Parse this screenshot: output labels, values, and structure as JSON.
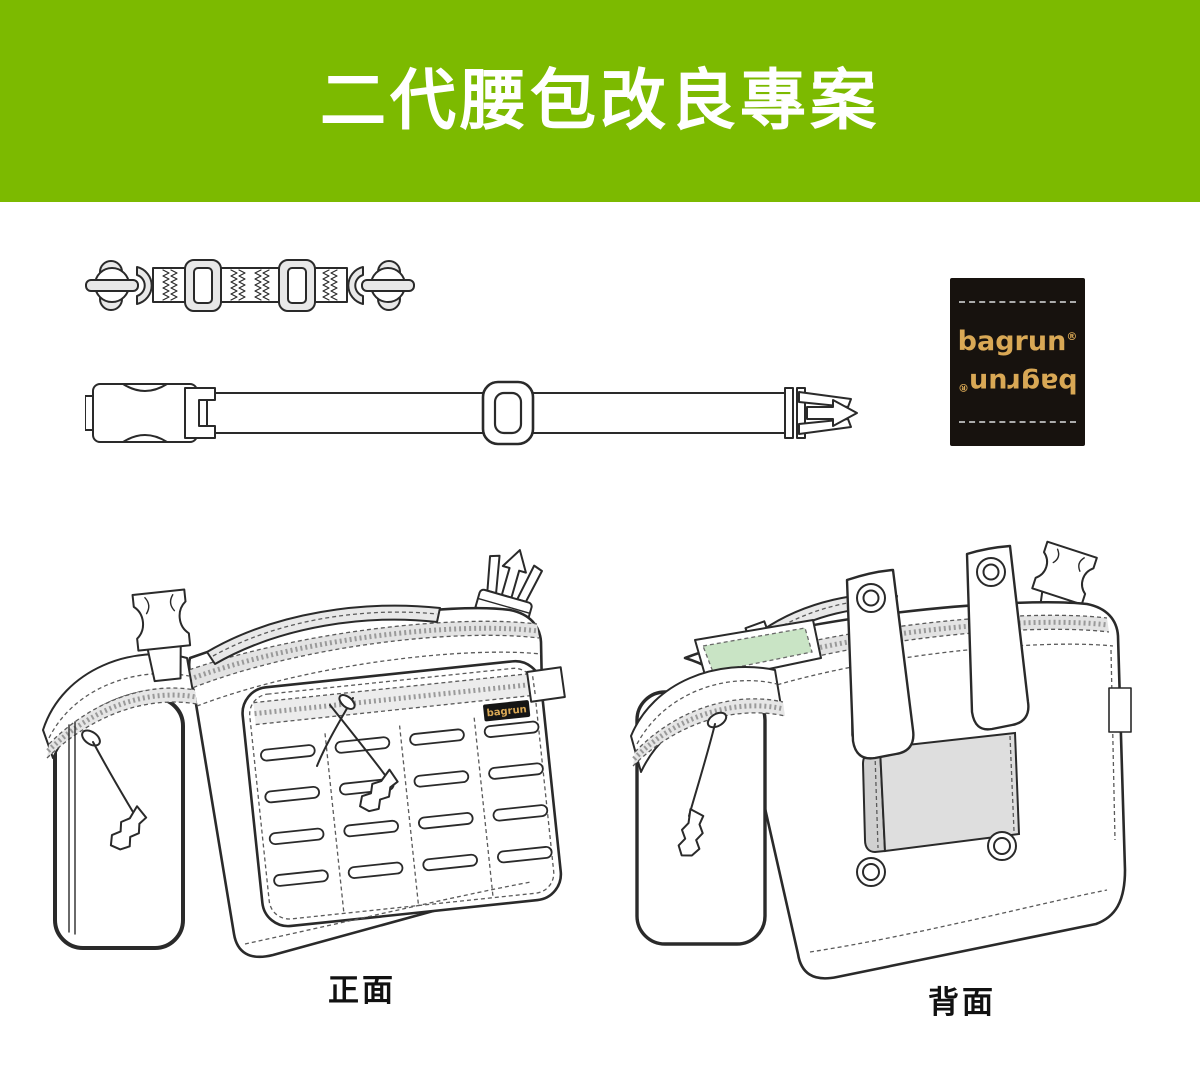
{
  "header": {
    "title": "二代腰包改良專案",
    "background_color": "#7CBA00",
    "text_color": "#FFFFFF"
  },
  "woven_label": {
    "brand": "bagrun",
    "registered_mark": "®",
    "background_color": "#17120E",
    "text_color": "#D9A855"
  },
  "bag_front": {
    "caption": "正面",
    "mini_label_text": "bagrun",
    "mini_label_bg": "#151515",
    "mini_label_color": "#D9A855"
  },
  "bag_back": {
    "caption": "背面",
    "highlight_patch_color": "#C9E4C5",
    "velcro_panel_color": "#DEDEDE"
  },
  "line_art": {
    "stroke_color": "#2A2A2A",
    "fill_color": "#FFFFFF",
    "shade_color": "#E8E8E8"
  }
}
